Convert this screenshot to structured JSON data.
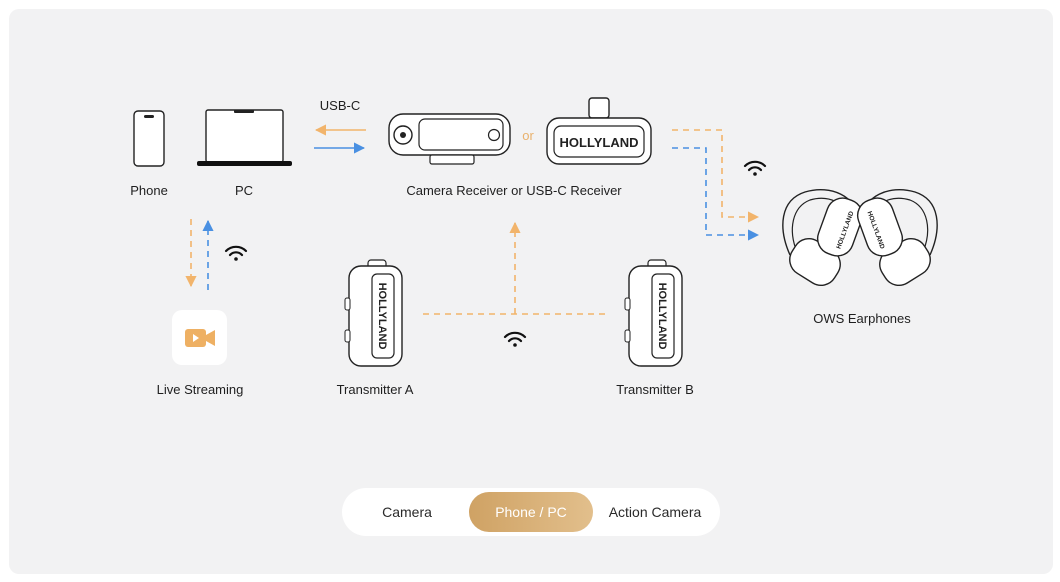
{
  "devices": {
    "phone": "Phone",
    "pc": "PC",
    "receiver": "Camera Receiver or USB-C Receiver",
    "earphones": "OWS Earphones",
    "live": "Live Streaming",
    "tx_a": "Transmitter A",
    "tx_b": "Transmitter B"
  },
  "connection": {
    "usb_label": "USB-C",
    "or_label": "or"
  },
  "brand": {
    "receiver_logo": "HOLLYLAND",
    "transmitter_logo": "HOLLYLAND",
    "earphone_logo": "HOLLYLAND"
  },
  "modes": {
    "items": [
      "Camera",
      "Phone / PC",
      "Action Camera"
    ],
    "active": "Phone / PC"
  },
  "colors": {
    "orange": "#f2b46b",
    "blue": "#4a90e2",
    "accent_gradient_start": "#cfa264",
    "accent_gradient_end": "#e2bf8c"
  }
}
